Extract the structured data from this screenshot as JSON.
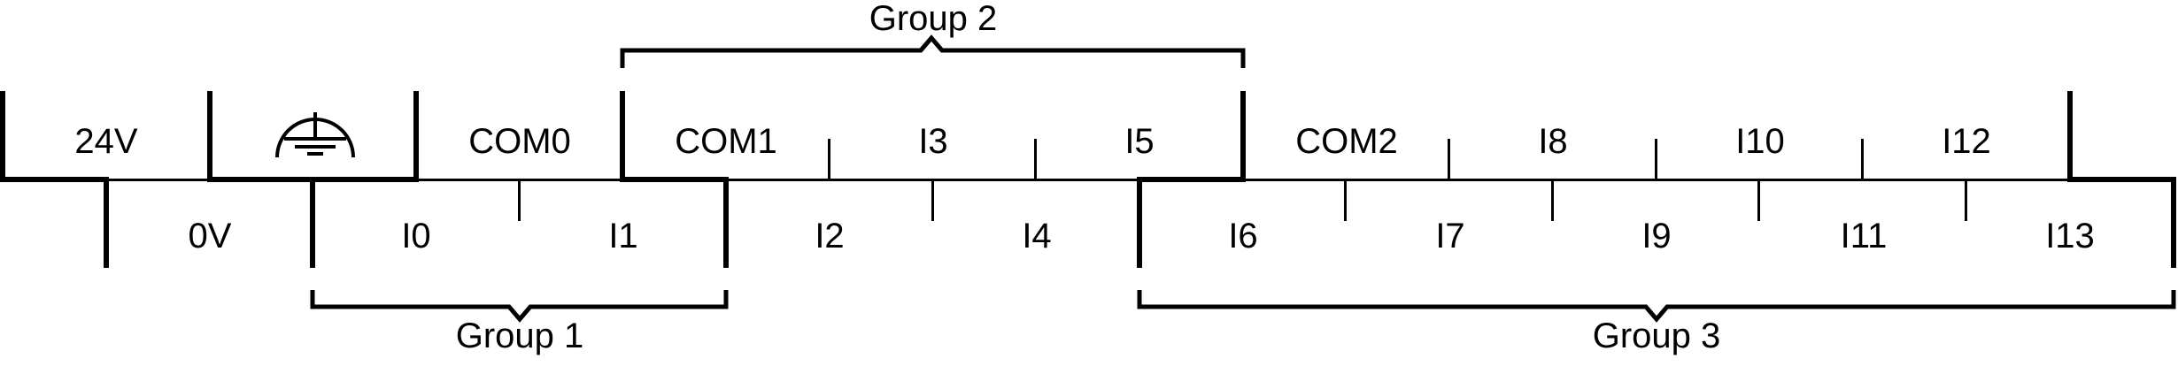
{
  "diagram": {
    "description": "PLC input terminal block wiring diagram",
    "background_color": "#ffffff",
    "line_color": "#000000",
    "upper_row": [
      {
        "id": "24v",
        "label": "24V"
      },
      {
        "id": "earth",
        "label": "",
        "icon": "earth-ground-icon"
      },
      {
        "id": "com0",
        "label": "COM0"
      },
      {
        "id": "com1",
        "label": "COM1"
      },
      {
        "id": "i3",
        "label": "I3"
      },
      {
        "id": "i5",
        "label": "I5"
      },
      {
        "id": "com2",
        "label": "COM2"
      },
      {
        "id": "i8",
        "label": "I8"
      },
      {
        "id": "i10",
        "label": "I10"
      },
      {
        "id": "i12",
        "label": "I12"
      }
    ],
    "lower_row": [
      {
        "id": "0v",
        "label": "0V"
      },
      {
        "id": "i0",
        "label": "I0"
      },
      {
        "id": "i1",
        "label": "I1"
      },
      {
        "id": "i2",
        "label": "I2"
      },
      {
        "id": "i4",
        "label": "I4"
      },
      {
        "id": "i6",
        "label": "I6"
      },
      {
        "id": "i7",
        "label": "I7"
      },
      {
        "id": "i9",
        "label": "I9"
      },
      {
        "id": "i11",
        "label": "I11"
      },
      {
        "id": "i13",
        "label": "I13"
      }
    ],
    "groups": [
      {
        "label": "Group 1",
        "side": "bottom",
        "members": [
          "I0",
          "COM0",
          "I1"
        ]
      },
      {
        "label": "Group 2",
        "side": "top",
        "members": [
          "COM1",
          "I2",
          "I3",
          "I4",
          "I5"
        ]
      },
      {
        "label": "Group 3",
        "side": "bottom",
        "members": [
          "I6",
          "COM2",
          "I7",
          "I8",
          "I9",
          "I10",
          "I11",
          "I12",
          "I13"
        ]
      }
    ]
  }
}
